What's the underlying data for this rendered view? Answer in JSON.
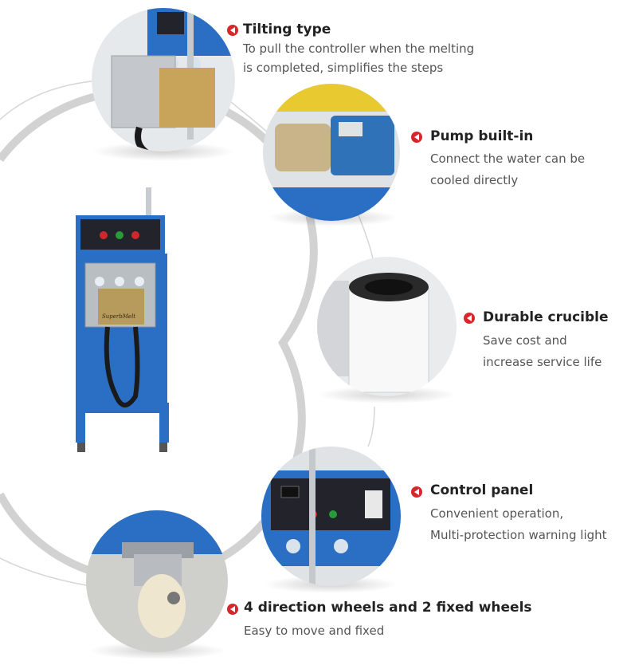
{
  "features": [
    {
      "title": "Tilting type",
      "desc": [
        "To pull the controller when the melting",
        "is completed, simplifies the steps"
      ]
    },
    {
      "title": "Pump built-in",
      "desc": [
        "Connect the water can be",
        "cooled directly"
      ]
    },
    {
      "title": "Durable crucible",
      "desc": [
        "Save cost and",
        "increase service life"
      ]
    },
    {
      "title": "Control panel",
      "desc": [
        "Convenient operation,",
        "Multi-protection warning light"
      ]
    },
    {
      "title": "4 direction wheels and 2 fixed wheels",
      "desc": [
        "Easy to move and fixed"
      ]
    }
  ],
  "machine": {
    "brand_logo": "SuperbMelt"
  },
  "colors": {
    "accent": "#d8262b",
    "machine_blue": "#2a6fc4",
    "arc": "#d9d9d9"
  }
}
